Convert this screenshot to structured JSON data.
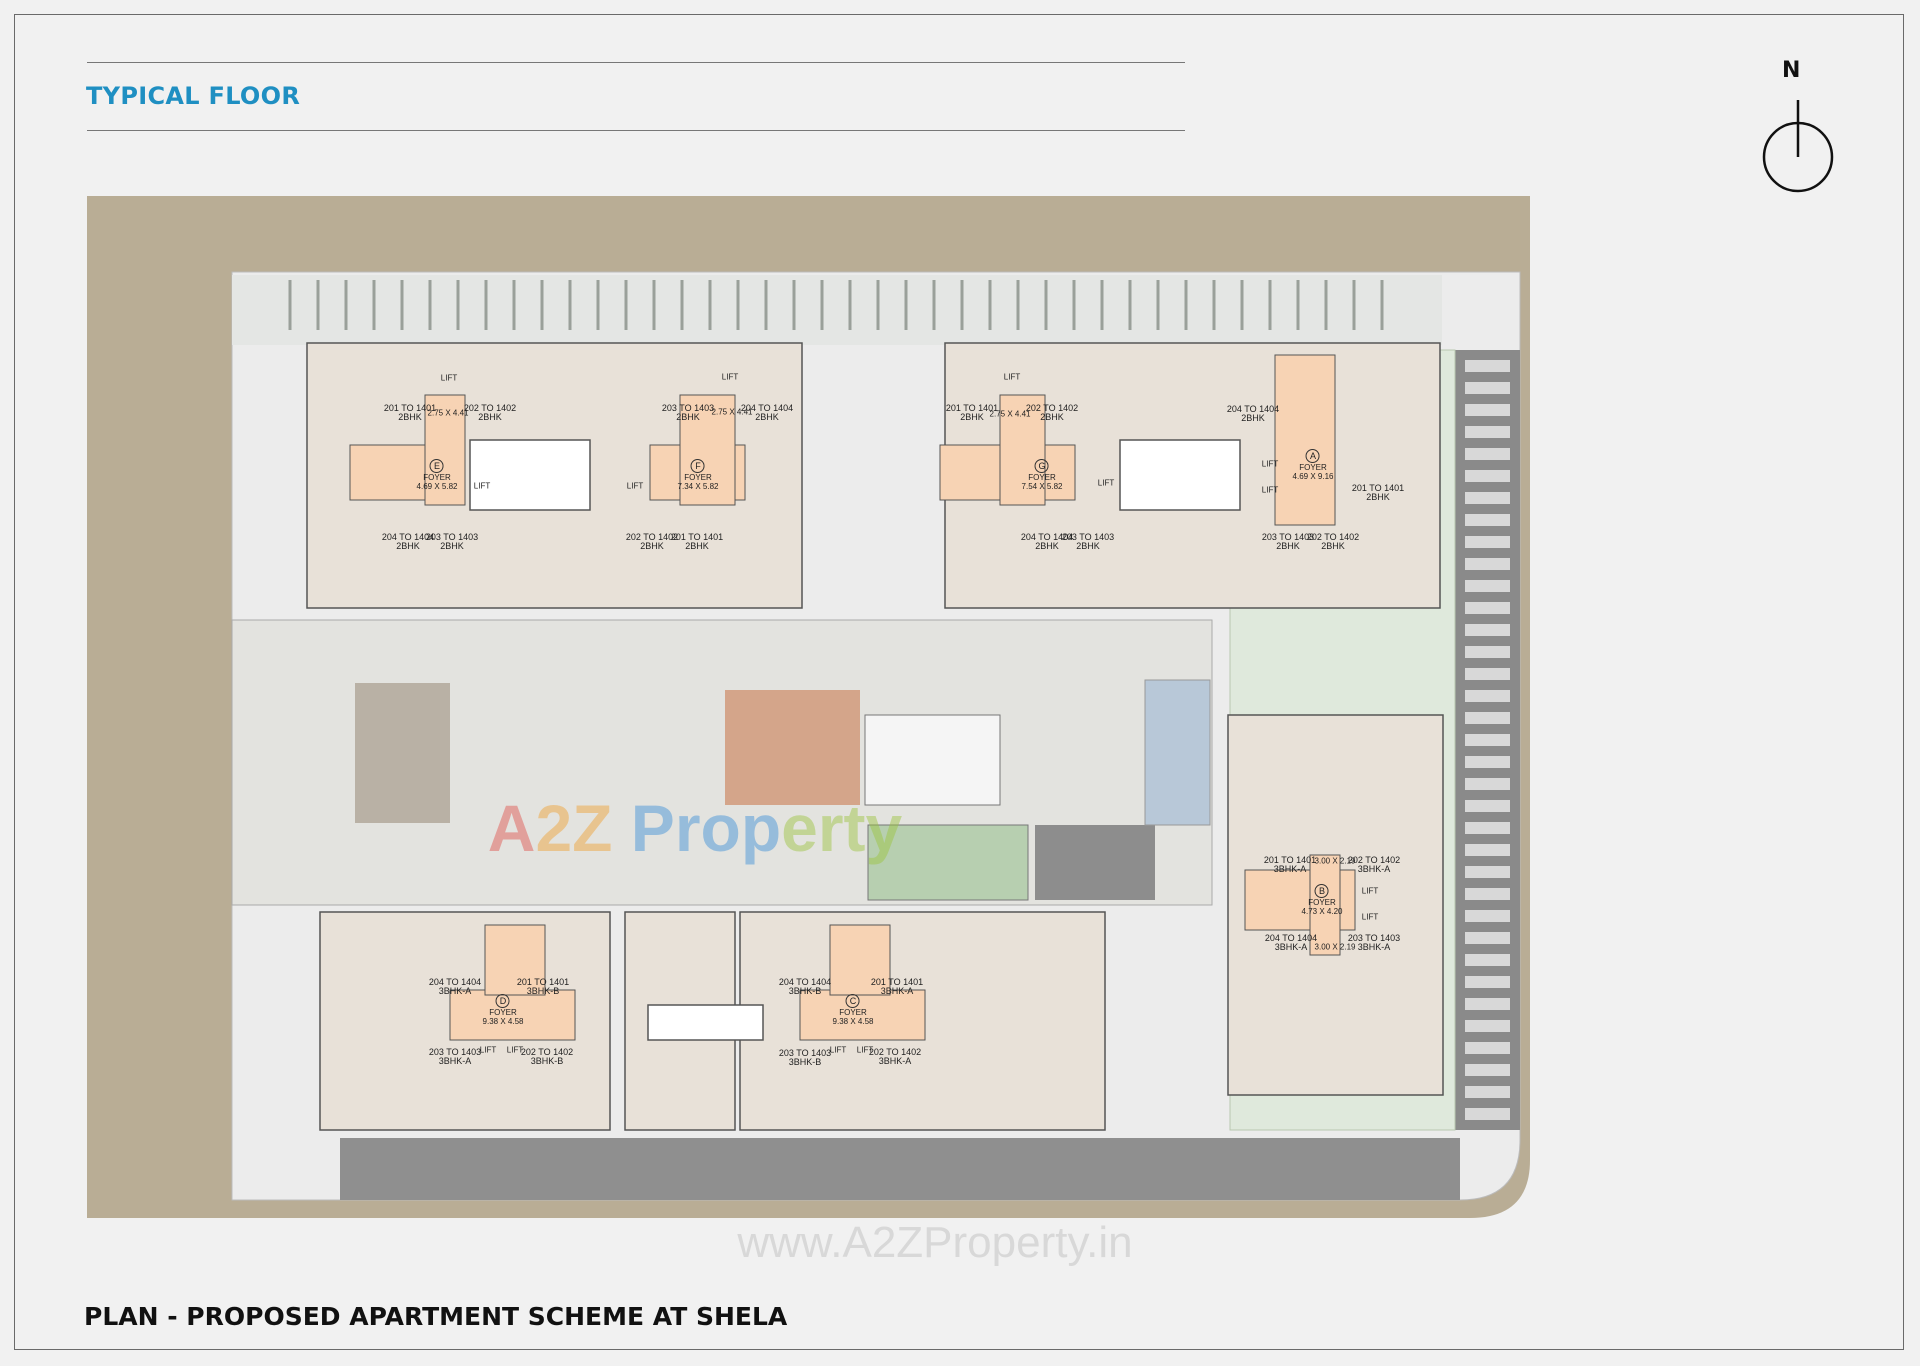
{
  "title": "TYPICAL FLOOR",
  "north_label": "N",
  "footer": "PLAN - PROPOSED APARTMENT SCHEME AT SHELA",
  "watermark_url": "www.A2ZProperty.in",
  "watermark_logo": [
    "A",
    "2Z ",
    "Prop",
    "erty"
  ],
  "lift_label": "LIFT",
  "foyer_label": "FOYER",
  "colors": {
    "title": "#1f8fc2",
    "road": "#b9ad95",
    "foyer": "#f7d3b4",
    "unit": "#e8e1d8",
    "green": "#c9dcc0"
  },
  "blocks": [
    {
      "id": "E",
      "foyer_size": "4.69 X 5.82",
      "passage": "2.75 X 4.41",
      "units": [
        {
          "name": "201 TO 1401",
          "type": "2BHK"
        },
        {
          "name": "202 TO 1402",
          "type": "2BHK"
        },
        {
          "name": "204 TO 1404",
          "type": "2BHK"
        },
        {
          "name": "203 TO 1403",
          "type": "2BHK"
        }
      ]
    },
    {
      "id": "F",
      "foyer_size": "7.34 X 5.82",
      "passage": "2.75 X 4.41",
      "units": [
        {
          "name": "203 TO 1403",
          "type": "2BHK"
        },
        {
          "name": "204 TO 1404",
          "type": "2BHK"
        },
        {
          "name": "202 TO 1402",
          "type": "2BHK"
        },
        {
          "name": "201 TO 1401",
          "type": "2BHK"
        }
      ]
    },
    {
      "id": "G",
      "foyer_size": "7.54 X 5.82",
      "passage": "2.75 X 4.41",
      "units": [
        {
          "name": "201 TO 1401",
          "type": "2BHK"
        },
        {
          "name": "202 TO 1402",
          "type": "2BHK"
        },
        {
          "name": "204 TO 1404",
          "type": "2BHK"
        },
        {
          "name": "203 TO 1403",
          "type": "2BHK"
        }
      ]
    },
    {
      "id": "A",
      "foyer_size": "4.69 X 9.16",
      "passage": "",
      "units": [
        {
          "name": "204 TO 1404",
          "type": "2BHK"
        },
        {
          "name": "201 TO 1401",
          "type": "2BHK"
        },
        {
          "name": "203 TO 1403",
          "type": "2BHK"
        },
        {
          "name": "202 TO 1402",
          "type": "2BHK"
        }
      ]
    },
    {
      "id": "B",
      "foyer_size": "4.73 X 4.20",
      "passage": "3.00 X 2.19",
      "units": [
        {
          "name": "201 TO 1401",
          "type": "3BHK-A"
        },
        {
          "name": "202 TO 1402",
          "type": "3BHK-A"
        },
        {
          "name": "204 TO 1404",
          "type": "3BHK-A"
        },
        {
          "name": "203 TO 1403",
          "type": "3BHK-A"
        }
      ]
    },
    {
      "id": "D",
      "foyer_size": "9.38 X 4.58",
      "passage": "",
      "units": [
        {
          "name": "204 TO 1404",
          "type": "3BHK-A"
        },
        {
          "name": "201 TO 1401",
          "type": "3BHK-B"
        },
        {
          "name": "203 TO 1403",
          "type": "3BHK-A"
        },
        {
          "name": "202 TO 1402",
          "type": "3BHK-B"
        }
      ]
    },
    {
      "id": "C",
      "foyer_size": "9.38 X 4.58",
      "passage": "",
      "units": [
        {
          "name": "204 TO 1404",
          "type": "3BHK-B"
        },
        {
          "name": "201 TO 1401",
          "type": "3BHK-A"
        },
        {
          "name": "203 TO 1403",
          "type": "3BHK-B"
        },
        {
          "name": "202 TO 1402",
          "type": "3BHK-A"
        }
      ]
    }
  ]
}
